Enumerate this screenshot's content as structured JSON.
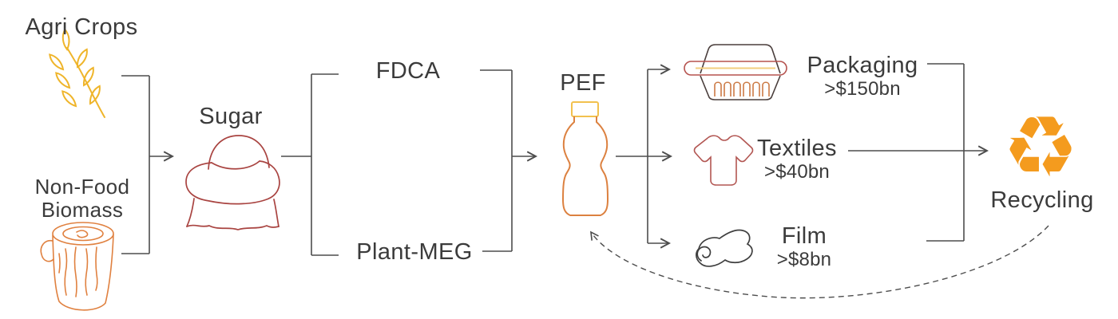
{
  "diagram": {
    "nodes": {
      "agri_crops": {
        "label": "Agri Crops",
        "icon": "wheat-icon"
      },
      "non_food_biomass": {
        "label_lines": [
          "Non-Food",
          "Biomass"
        ],
        "icon": "log-icon"
      },
      "sugar": {
        "label": "Sugar",
        "icon": "sugar-sack-icon"
      },
      "fdca": {
        "label": "FDCA"
      },
      "plant_meg": {
        "label": "Plant-MEG"
      },
      "pef": {
        "label": "PEF",
        "icon": "bottle-icon"
      },
      "packaging": {
        "label": "Packaging",
        "market": ">$150bn",
        "icon": "clamshell-container-icon"
      },
      "textiles": {
        "label": "Textiles",
        "market": ">$40bn",
        "icon": "tshirt-icon"
      },
      "film": {
        "label": "Film",
        "market": ">$8bn",
        "icon": "film-roll-icon"
      },
      "recycling": {
        "label": "Recycling",
        "icon": "recycling-symbol-icon",
        "glyph": "♻"
      }
    },
    "flow": "Agri Crops + Non-Food Biomass → Sugar → FDCA + Plant-MEG → PEF → Packaging / Textiles / Film → Recycling → (dashed loop back to) PEF",
    "colors": {
      "text": "#3B3B3B",
      "line": "#4D4D4D",
      "wheat": "#EFB52B",
      "log": "#E08140",
      "sugar": "#A94441",
      "bottle_body": "#DC8140",
      "bottle_cap": "#F2C14E",
      "clamshell_dark": "#4A3E3C",
      "clamshell_red": "#B5524E",
      "clamshell_yellow": "#F2CE7E",
      "clamshell_ribs": "#CC7A45",
      "tshirt": "#B25652",
      "film": "#3F3F3F",
      "recycling": "#F49B1E"
    }
  }
}
